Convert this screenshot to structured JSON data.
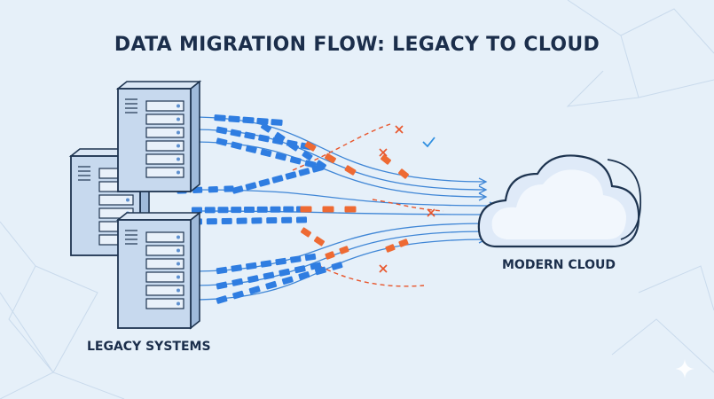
{
  "title": "DATA MIGRATION FLOW: LEGACY TO CLOUD",
  "source": {
    "label": "LEGACY SYSTEMS",
    "icon": "server-rack-icon",
    "count": 3
  },
  "target": {
    "label": "MODERN CLOUD",
    "icon": "cloud-icon"
  },
  "status_icons": [
    "failure-x-icon",
    "success-check-icon"
  ],
  "colors": {
    "background": "#e6f0f9",
    "title_text": "#1b2e4b",
    "data_packet": "#2f7de1",
    "failed_packet": "#ee6a33",
    "flow_line": "#3f86d6",
    "server_body": "#c7d9ee",
    "server_outline": "#1e3450",
    "cloud_fill": "#e3eefb",
    "cloud_outline": "#1e3450",
    "success": "#2f8fe0",
    "failure": "#e8552b"
  }
}
